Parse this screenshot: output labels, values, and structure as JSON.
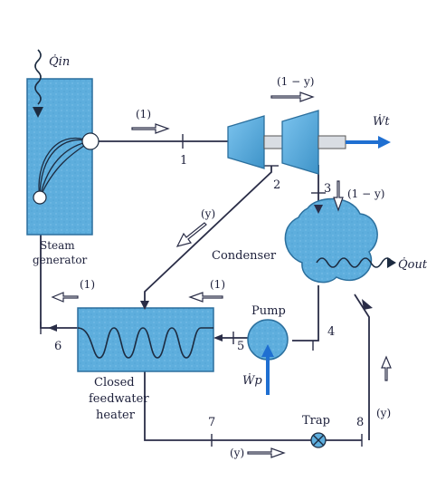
{
  "diagram": {
    "labels": {
      "q_in": "Q̇in",
      "flow_one_top": "(1)",
      "state_1": "1",
      "flow_one_minus_y_top": "(1 − y)",
      "work_turbine": "Ẇt",
      "state_2": "2",
      "state_3": "3",
      "flow_one_minus_y_side": "(1 − y)",
      "extraction_y": "(y)",
      "condenser": "Condenser",
      "q_out": "Q̇out",
      "steam_generator_1": "Steam",
      "steam_generator_2": "generator",
      "flow_one_left": "(1)",
      "flow_one_mid": "(1)",
      "pump": "Pump",
      "state_4": "4",
      "state_5": "5",
      "state_6": "6",
      "work_pump": "Ẇp",
      "heater_1": "Closed",
      "heater_2": "feedwater",
      "heater_3": "heater",
      "state_7": "7",
      "trap": "Trap",
      "state_8": "8",
      "flow_y_right": "(y)",
      "flow_y_bottom": "(y)"
    },
    "colors": {
      "component_blue": "#5eaedd",
      "component_dark": "#2b6f9d",
      "pipe": "#2a2d47",
      "work_arrow": "#1f6fd1",
      "flow_arrow": "#d8dde6",
      "page": "#ffffff"
    }
  }
}
